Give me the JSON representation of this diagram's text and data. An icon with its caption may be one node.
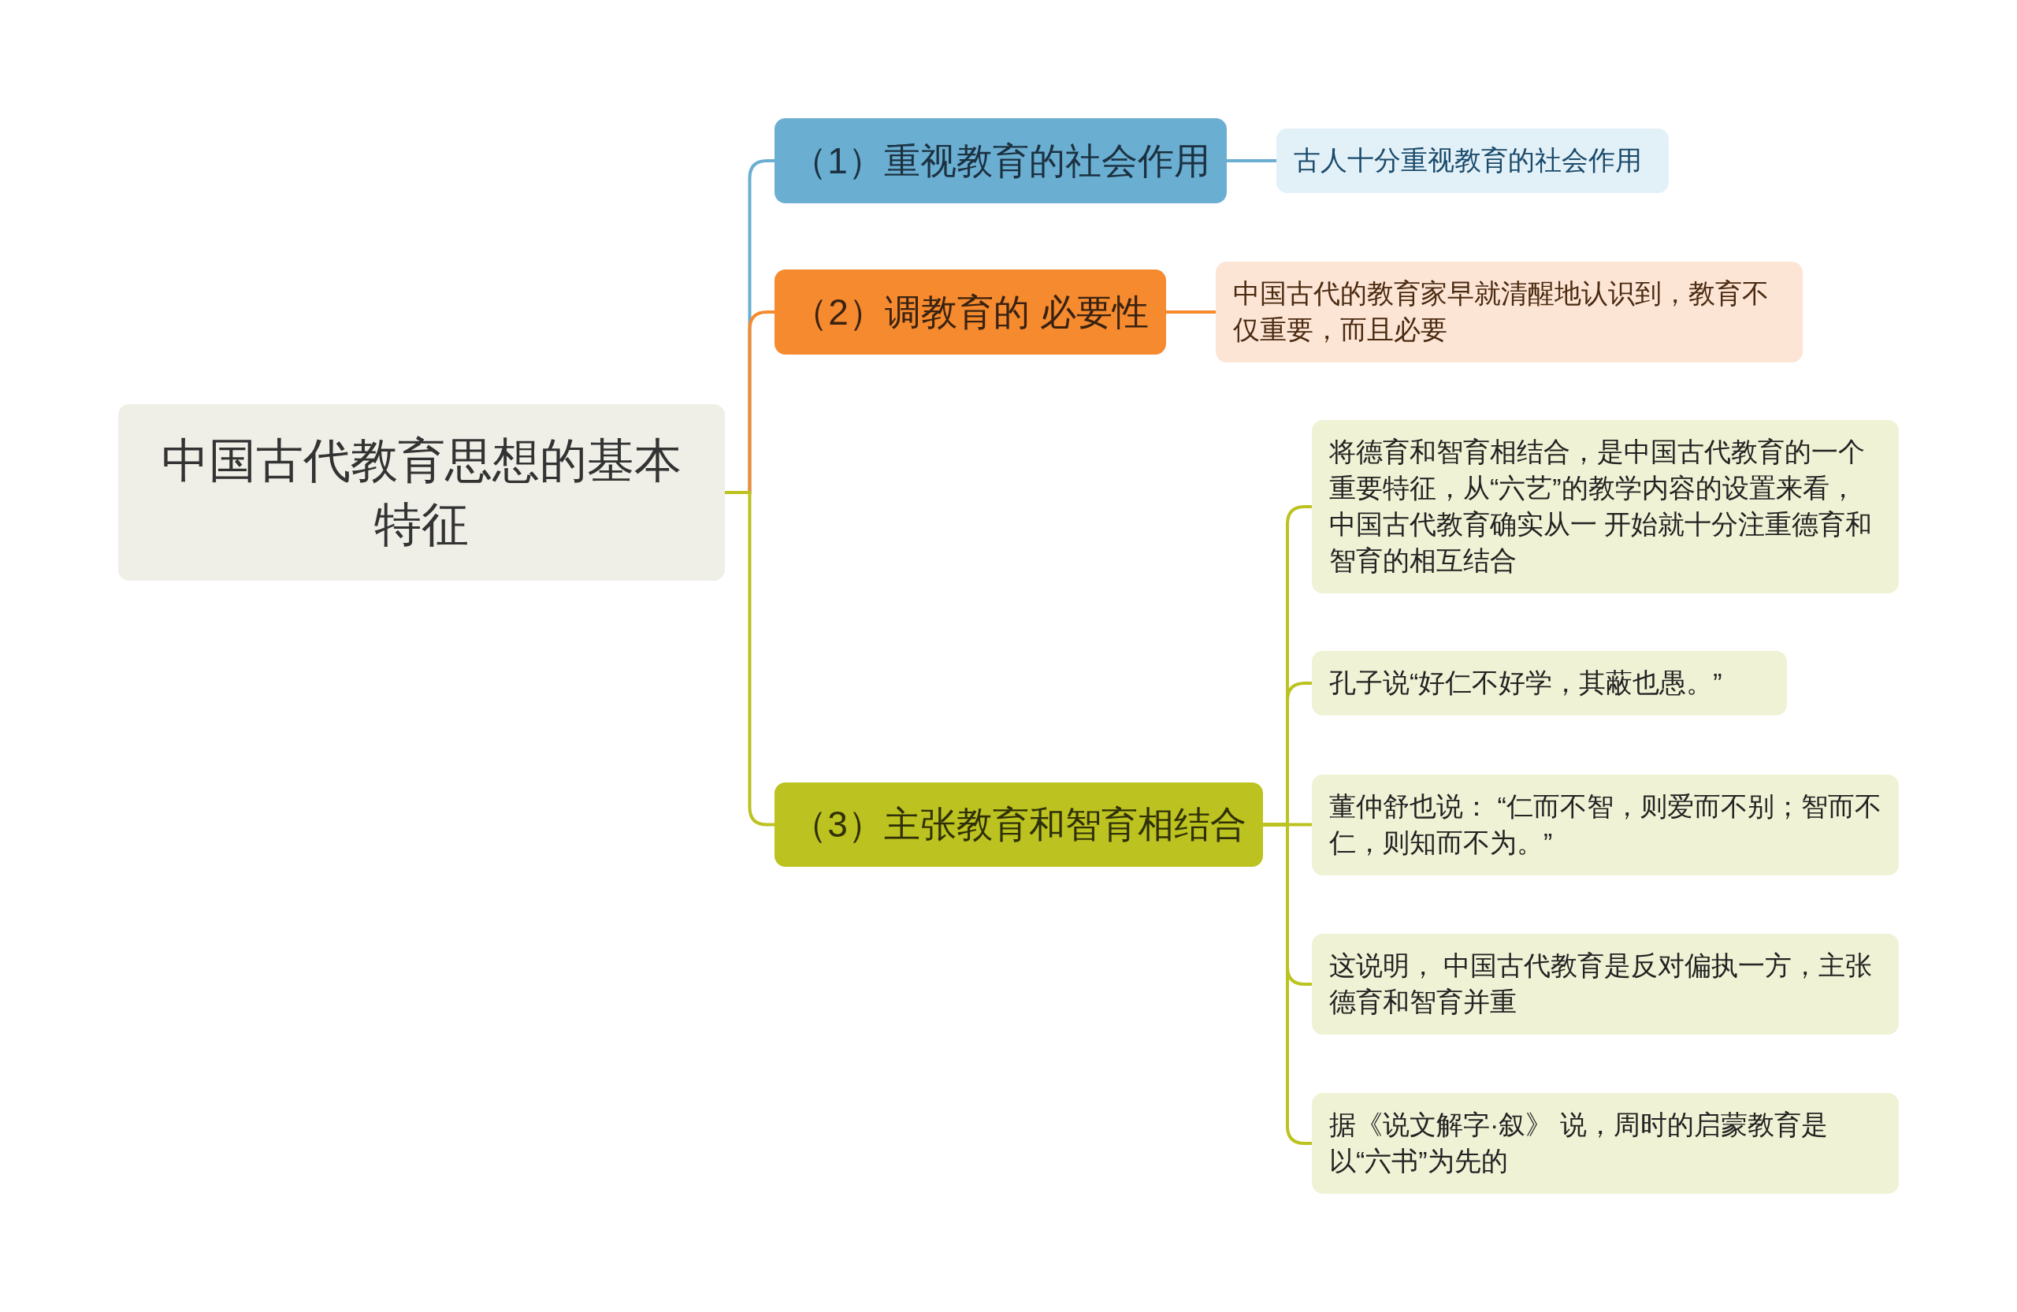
{
  "diagram": {
    "nodes": [
      {
        "text": [
          "中国古代教育思想的基本特征"
        ]
      },
      {
        "text": [
          "（1）重视教育的社会作用"
        ]
      },
      {
        "text": [
          "（2）调教育的 必要性"
        ]
      },
      {
        "text": [
          "（3）主张教育和智育相结合"
        ]
      },
      {
        "text": [
          "古人十分重视教育的社会作用"
        ]
      },
      {
        "text": [
          "中国古代的教育家早就清醒地认识到，教育不仅重要，而且必要"
        ]
      },
      {
        "text": [
          "将德育和智育相结合，是中国古代教育的一个重要特征，从“六艺”的教学内容的设置来看，中国古代教育确实从一 开始就十分注重德育和智育的相互结合"
        ]
      },
      {
        "text": [
          "孔子说“好仁不好学，其蔽也愚。”"
        ]
      },
      {
        "text": [
          "董仲舒也说：  “仁而不智，则爱而不别；智而不仁，则知而不为。”"
        ]
      },
      {
        "text": [
          "这说明， 中国古代教育是反对偏执一方，主张德育和智育并重"
        ]
      },
      {
        "text": [
          "据《说文解字·叙》 说，周时的启蒙教育是以“六书”为先的"
        ]
      }
    ],
    "edges": [
      {
        "from": 0,
        "to": 1,
        "arrow": "none",
        "color": "#6aaed2"
      },
      {
        "from": 0,
        "to": 2,
        "arrow": "none",
        "color": "#f58a2f"
      },
      {
        "from": 0,
        "to": 3,
        "arrow": "none"
      },
      {
        "from": 1,
        "to": 4,
        "arrow": "none",
        "color": "#6aaed2"
      },
      {
        "from": 2,
        "to": 5,
        "arrow": "none",
        "color": "#f58a2f"
      },
      {
        "from": 3,
        "to": 6,
        "arrow": "none"
      },
      {
        "from": 3,
        "to": 7,
        "arrow": "none"
      },
      {
        "from": 3,
        "to": 8,
        "arrow": "none"
      },
      {
        "from": 3,
        "to": 9,
        "arrow": "none"
      },
      {
        "from": 3,
        "to": 10,
        "arrow": "none"
      }
    ]
  }
}
